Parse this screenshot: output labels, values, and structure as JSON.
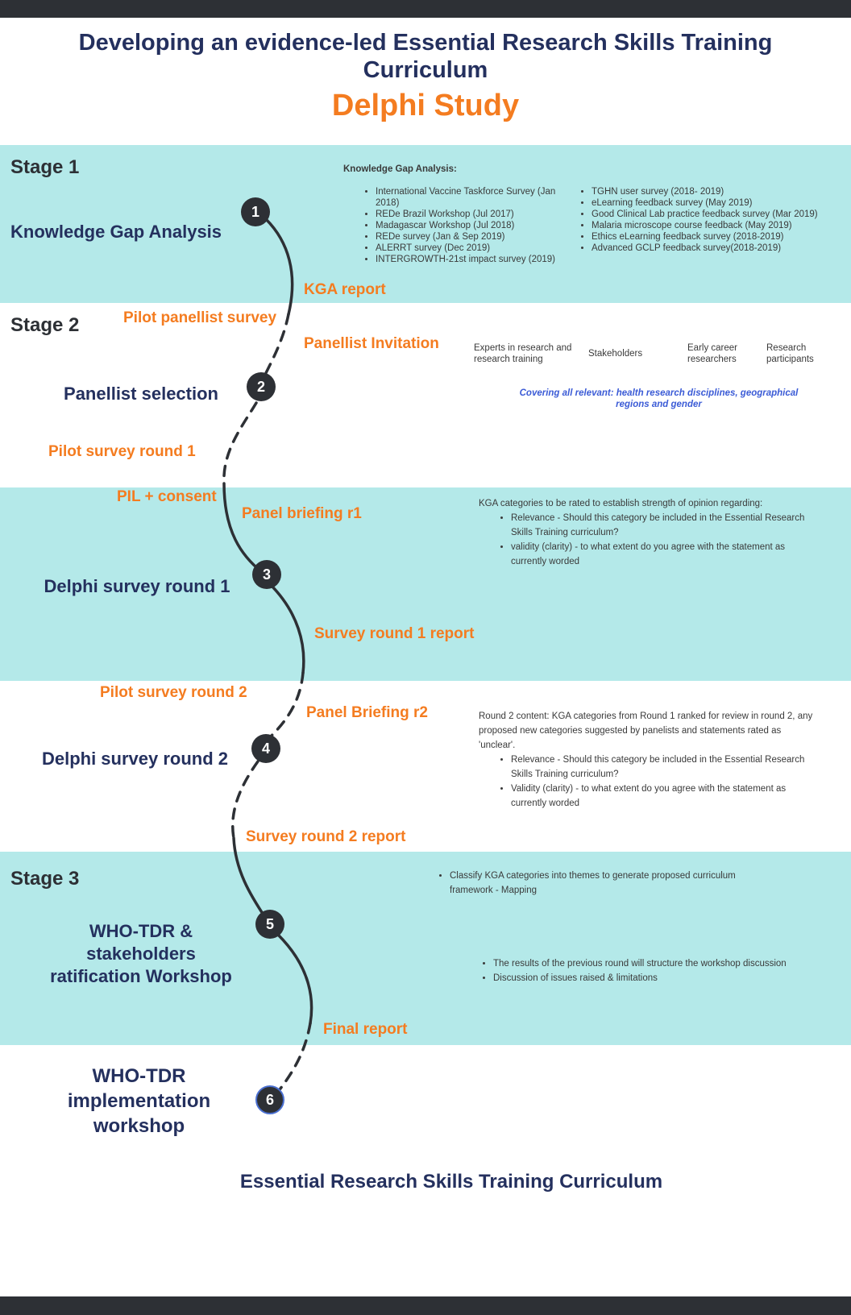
{
  "header": {
    "title": "Developing an evidence-led Essential Research Skills Training Curriculum",
    "subtitle": "Delphi Study"
  },
  "stages": {
    "stage1": "Stage 1",
    "stage2": "Stage 2",
    "stage3": "Stage 3"
  },
  "steps": {
    "s1": {
      "number": "1",
      "name": "Knowledge Gap Analysis"
    },
    "s2": {
      "number": "2",
      "name": "Panellist selection"
    },
    "s3": {
      "number": "3",
      "name": "Delphi survey round 1"
    },
    "s4": {
      "number": "4",
      "name": "Delphi survey round 2"
    },
    "s5": {
      "number": "5",
      "name": "WHO-TDR  & stakeholders ratification Workshop"
    },
    "s6": {
      "number": "6",
      "name": "WHO-TDR implementation workshop"
    }
  },
  "labels": {
    "kga_report": "KGA report",
    "pilot_panellist_survey": "Pilot panellist survey",
    "panellist_invitation": "Panellist Invitation",
    "pilot_survey_round1": "Pilot survey round 1",
    "pil_consent": "PIL + consent",
    "panel_briefing_r1": "Panel briefing r1",
    "survey_round1_report": "Survey round 1 report",
    "pilot_survey_round2": "Pilot survey round 2",
    "panel_briefing_r2": "Panel Briefing r2",
    "survey_round2_report": "Survey round 2 report",
    "final_report": "Final report"
  },
  "kga": {
    "heading": "Knowledge Gap Analysis:",
    "left_items": [
      "International Vaccine Taskforce Survey (Jan 2018)",
      "REDe Brazil Workshop (Jul 2017)",
      "Madagascar Workshop (Jul 2018)",
      "REDe survey (Jan & Sep 2019)",
      "ALERRT survey (Dec 2019)",
      "INTERGROWTH-21st impact survey (2019)"
    ],
    "right_items": [
      "TGHN user survey (2018- 2019)",
      "eLearning feedback survey (May 2019)",
      "Good Clinical Lab practice feedback survey (Mar 2019)",
      "Malaria microscope course feedback (May 2019)",
      "Ethics eLearning feedback survey (2018-2019)",
      "Advanced GCLP feedback survey(2018-2019)"
    ]
  },
  "panel_groups": {
    "g1": "Experts in research and research training",
    "g2": "Stakeholders",
    "g3": "Early career researchers",
    "g4": "Research participants",
    "coverage": "Covering all relevant: health research disciplines, geographical regions and gender"
  },
  "round1": {
    "intro": "KGA categories to be rated to establish strength of opinion regarding:",
    "items": [
      "Relevance - Should this category be included in the Essential Research Skills Training curriculum?",
      "validity (clarity) - to what extent do you agree with the statement as currently worded"
    ]
  },
  "round2": {
    "intro": "Round 2 content: KGA categories from Round 1 ranked for review in round 2, any proposed new categories suggested by panelists and statements rated as 'unclear'.",
    "items": [
      "Relevance - Should this category be included in the Essential Research Skills Training curriculum?",
      "Validity (clarity) - to what extent do you agree with the statement as currently worded"
    ]
  },
  "stage3_notes": {
    "mapping": "Classify KGA categories into themes to generate proposed curriculum framework - Mapping",
    "workshop_items": [
      "The results of the previous round will structure the workshop discussion",
      "Discussion of issues raised & limitations"
    ]
  },
  "footer": "Essential Research Skills Training Curriculum"
}
